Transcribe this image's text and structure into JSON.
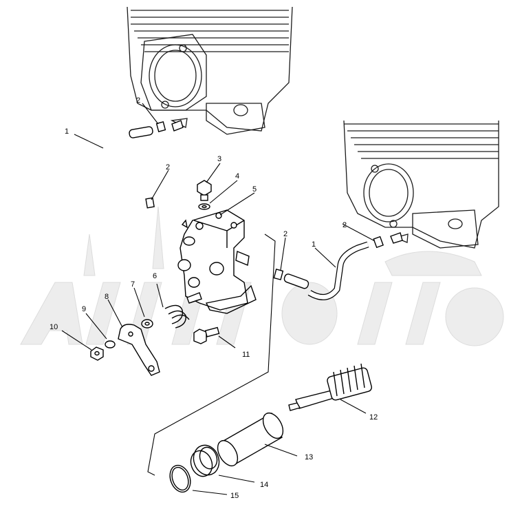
{
  "callouts": [
    "1",
    "2",
    "3",
    "4",
    "5",
    "6",
    "7",
    "8",
    "9",
    "10",
    "11",
    "12",
    "13",
    "14",
    "15"
  ],
  "labels": {
    "l1a": "1",
    "l2a": "2",
    "l2b": "2",
    "l3": "3",
    "l4": "4",
    "l5": "5",
    "l2c": "2",
    "l2d": "2",
    "l1b": "1",
    "l6": "6",
    "l7": "7",
    "l8": "8",
    "l9": "9",
    "l10": "10",
    "l11": "11",
    "l12": "12",
    "l13": "13",
    "l14": "14",
    "l15": "15"
  },
  "colors": {
    "line": "#000000",
    "background": "#ffffff",
    "watermark": "#ebebeb"
  }
}
